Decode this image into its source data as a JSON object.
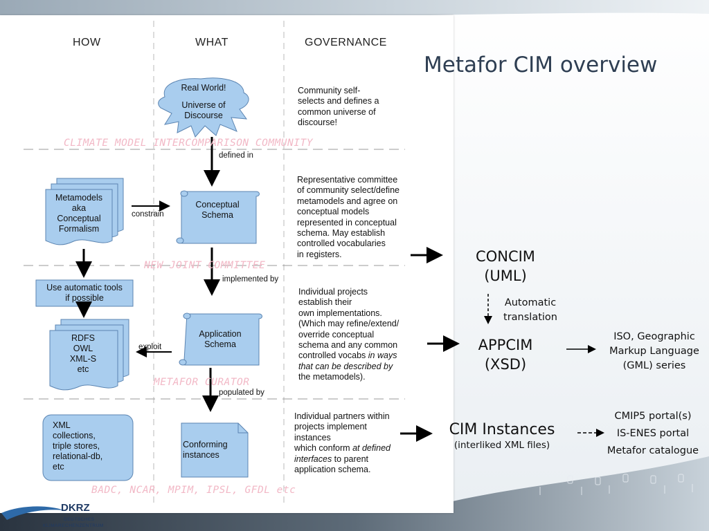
{
  "slide": {
    "title": "Metafor CIM overview"
  },
  "diagram": {
    "headers": {
      "how": "HOW",
      "what": "WHAT",
      "governance": "GOVERNANCE"
    },
    "real_world": {
      "line1": "Real World!",
      "line2": "Universe of",
      "line3": "Discourse"
    },
    "bands": {
      "climate": "CLIMATE MODEL INTERCOMPARISON COMMUNITY",
      "joint": "NEW JOINT COMMITTEE",
      "curator": "METAFOR CURATOR",
      "partners": "BADC, NCAR, MPIM, IPSL, GFDL etc"
    },
    "arrow_labels": {
      "defined_in": "defined in",
      "implemented_by": "implemented by",
      "populated_by": "populated by",
      "constrain": "constrain",
      "exploit": "exploit"
    },
    "metamodels": [
      "Metamodels",
      "aka",
      "Conceptual",
      "Formalism"
    ],
    "conceptual_schema": [
      "Conceptual",
      "Schema"
    ],
    "auto_tools": [
      "Use automatic tools",
      "if possible"
    ],
    "rdfs": [
      "RDFS",
      "OWL",
      "XML-S",
      "etc"
    ],
    "application_schema": [
      "Application",
      "Schema"
    ],
    "xml_collections": [
      "XML",
      "collections,",
      "triple stores,",
      "relational-db,",
      "etc"
    ],
    "conforming_instances": [
      "Conforming",
      "instances"
    ],
    "governance": {
      "g1": [
        "Community self-",
        "selects and  defines a",
        "common universe of",
        "discourse!"
      ],
      "g2": [
        "Representative committee",
        "of community select/define",
        "metamodels and agree on",
        "conceptual models",
        "represented in conceptual",
        "schema. May establish",
        "controlled vocabularies",
        "in registers."
      ],
      "g3_plain": [
        "Individual projects",
        "establish their",
        "own implementations.",
        "(Which may refine/extend/",
        "override conceptual",
        "schema and any common"
      ],
      "g3_mixed": {
        "a": "controlled vocabs ",
        "b": "in ways"
      },
      "g3_italic": "that can be described by",
      "g3_end": "the metamodels).",
      "g4_plain": [
        "Individual partners within",
        "projects implement",
        "instances"
      ],
      "g4_mixed": {
        "a": "which conform ",
        "b": "at defined"
      },
      "g4_italic": "interfaces",
      "g4_tail": " to parent",
      "g4_end": "application schema."
    }
  },
  "right": {
    "concim": "CONCIM",
    "concim_sub": "(UML)",
    "automatic": "Automatic",
    "translation": "translation",
    "appcim": "APPCIM",
    "appcim_sub": "(XSD)",
    "iso1": "ISO, Geographic",
    "iso2": "Markup Language",
    "iso3": "(GML) series",
    "cim_instances": "CIM Instances",
    "cim_instances_sub": "(interliked XML files)",
    "portal1": "CMIP5 portal(s)",
    "portal2": "IS-ENES portal",
    "portal3": "Metafor catalogue"
  },
  "logo": {
    "text": "DKRZ",
    "line1": "DEUTSCHES",
    "line2": "KLIMARECHENZENTRUM"
  },
  "colors": {
    "shape_fill": "#a9cdee",
    "shape_stroke": "#5b84b1",
    "pink_band": "#f2b8c6",
    "title": "#2e3e52"
  }
}
